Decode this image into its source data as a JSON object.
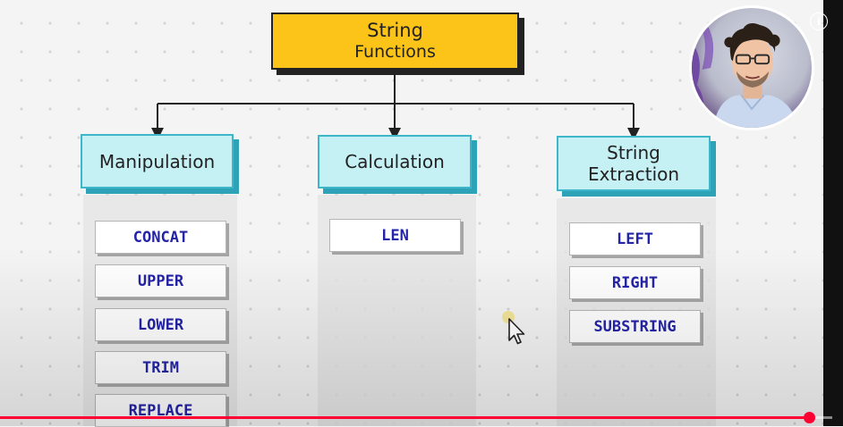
{
  "diagram": {
    "root": {
      "line1": "String",
      "line2": "Functions"
    },
    "categories": {
      "manipulation": {
        "label": "Manipulation",
        "functions": [
          "CONCAT",
          "UPPER",
          "LOWER",
          "TRIM",
          "REPLACE"
        ]
      },
      "calculation": {
        "label": "Calculation",
        "functions": [
          "LEN"
        ]
      },
      "extraction": {
        "line1": "String",
        "line2": "Extraction",
        "functions": [
          "LEFT",
          "RIGHT",
          "SUBSTRING"
        ]
      }
    }
  },
  "player": {
    "progress": 0.972,
    "progress_color": "#ff0033"
  },
  "colors": {
    "root_fill": "#fcc419",
    "category_fill": "#c5f0f4",
    "category_border": "#3fb5c9",
    "function_text": "#2424a8"
  },
  "icons": {
    "info": "info-icon",
    "cursor": "mouse-pointer-icon",
    "presenter": "webcam-presenter"
  }
}
